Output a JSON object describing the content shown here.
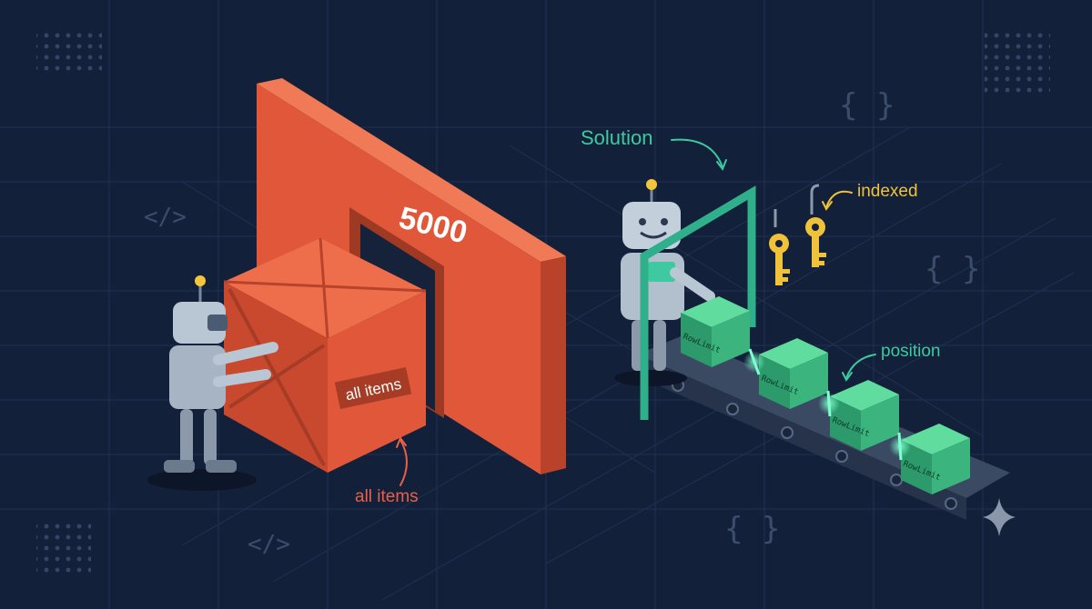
{
  "wall": {
    "number": "5000"
  },
  "crate": {
    "label": "all items"
  },
  "annotations": {
    "solution": "Solution",
    "indexed": "indexed",
    "position": "position",
    "all_items": "all items"
  },
  "packages": [
    "RowLimit",
    "RowLimit",
    "RowLimit",
    "RowLimit"
  ],
  "decor": {
    "code_tag": "</>",
    "braces": "{ }"
  },
  "colors": {
    "background": "#13203a",
    "wall": "#e0573a",
    "teal": "#3ec9a0",
    "gold": "#f0c23a",
    "robot": "#b9c6d3",
    "belt": "#3a4a62"
  }
}
